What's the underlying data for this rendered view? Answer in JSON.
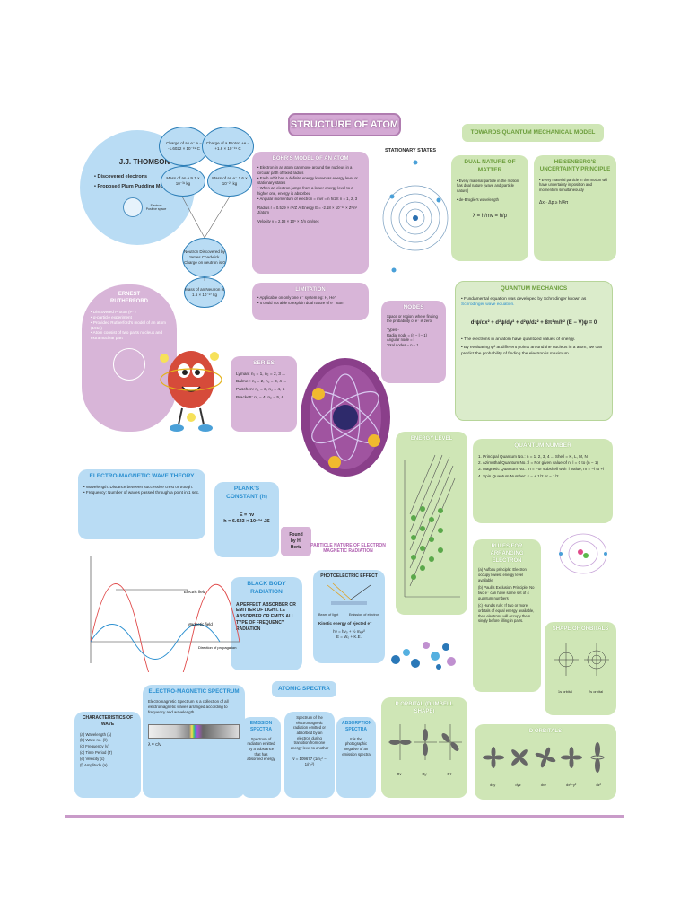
{
  "title": "STRUCTURE OF ATOM",
  "quantum_title": "TOWARDS QUANTUM MECHANICAL MODEL",
  "thomson": {
    "heading": "J.J. THOMSON",
    "points": [
      "Discovered electrons",
      "Proposed Plum Pudding Model"
    ],
    "legend_electron": "Electron",
    "legend_positive": "Positive space"
  },
  "particles": {
    "e_charge": "Charge of an e⁻  e = -1.6022 × 10⁻¹⁹ C",
    "p_charge": "Charge of a Proton  +e = +1.6 × 10⁻¹⁹ C",
    "e_mass": "Mass of an e  9.1 × 10⁻³¹ kg",
    "p_mass": "Mass of an e⁻  1.6 × 10⁻²⁷ kg",
    "neutron": "Neutron  Discovered by James Chadwick. Charge on neutron is 0",
    "n_mass": "Mass of an Neutron is  1.6 × 10⁻²⁷ kg"
  },
  "bohr": {
    "heading": "BOHR'S MODEL OF AN ATOM",
    "points": [
      "Electron in an atom can move around the nucleus in a circular path of fixed radius",
      "Each orbit has a definite energy known as energy level or stationary states",
      "When an electron jumps from a lower energy level to a higher one, energy is absorbed",
      "Angular momentum of electron = mvr = n h/2π  n = 1, 2, 3",
      "Radius r = 0.529 × n²/Z Å   Energy E = -2.18 × 10⁻¹⁸ × Z²/n² J/atom",
      "Velocity v = 2.18 × 10⁶ × Z/n cm/sec"
    ]
  },
  "stationary_states": "STATIONARY STATES",
  "limitation": {
    "heading": "LIMITATION",
    "points": [
      "Applicable on only one e⁻ system eg: H, He⁺",
      "It could not able to explain dual nature of e⁻ atom"
    ]
  },
  "nodes": {
    "heading": "NODES",
    "text": "Space or region, where finding the probability of e⁻ is zero",
    "types": [
      "Radial node = (n − l − 1)",
      "Angular node = l",
      "Total nodes = n − 1"
    ],
    "types_label": "Types:-"
  },
  "dual": {
    "heading": "DUAL NATURE OF MATTER",
    "text": "Every material particle in the motion has dual nature (wave and particle nature)",
    "sub": "de-Broglie's wavelength",
    "formula": "λ = h/mv = h/p"
  },
  "heisenberg": {
    "heading": "HEISENBERG'S UNCERTAINTY PRINCIPLE",
    "text": "Every material particle in the motion will have uncertainty in position and momentum simultaneously",
    "formula": "Δx · Δp ≥ h/4π"
  },
  "qm": {
    "heading": "QUANTUM MECHANICS",
    "intro": "Fundamental equation was developed by Schrodinger known as",
    "link": "Schrodinger wave equation.",
    "equation": "d²ψ/dx² + d²ψ/dy² + d²ψ/dz² + 8π²m/h² (E − V)ψ = 0",
    "points": [
      "The electrons in an atom have quantized values of energy.",
      "By evaluating ψ² at different points around the nucleus in a atom, we can predict the probability of finding the electron is maximum."
    ]
  },
  "ernest": {
    "heading": "ERNEST RUTHERFORD",
    "points": [
      "Discovered Proton (P⁺)",
      "α-particle experiment",
      "Provided Rutherford's model of an atom (1911)",
      "Atom consist of two parts nucleus and extra nuclear part"
    ]
  },
  "series": {
    "heading": "SERIES",
    "items": [
      "Lyman: n₁ = 1, n₂ = 2, 3 ...",
      "Balmer: n₁ = 2, n₂ = 3, 4 ...",
      "Paschen: n₁ = 3, n₂ = 4, 5",
      "Brackett: n₁ = 4, n₂ = 5, 6"
    ]
  },
  "energy_level": "ENERGY LEVEL",
  "quantum_number": {
    "heading": "QUANTUM NUMBER",
    "items": [
      "Principal Quantum No.: n = 1, 2, 3, 4 ...  Shell = K, L, M, N",
      "Azimuthal Quantum No.: l = For given value of n, l = 0 to (n − 1)",
      "Magnetic Quantum No.: m = For subshell with 'l' value, m = −l to +l",
      "Spin Quantum Number: s = + 1/2 or − 1/2"
    ]
  },
  "emwave": {
    "heading": "ELECTRO-MAGNETIC WAVE THEORY",
    "points": [
      "Wavelength: Distance between successive crest or trough.",
      "Frequency: Number of waves passed through a point in 1 sec."
    ]
  },
  "planck": {
    "heading": "PLANK'S CONSTANT (h)",
    "formula1": "E = hν",
    "formula2": "h = 6.623 × 10⁻³⁴ JS"
  },
  "hertz": "Found by H. Hertz",
  "particle_nature": "PARTICLE NATURE OF ELECTRON MAGNETIC RADIATION",
  "photoelectric": {
    "heading": "PHOTOELECTRIC EFFECT",
    "beam": "Beam of light",
    "emission": "Emission of electron",
    "ke_label": "Kinetic energy of ejected e⁻",
    "eq1": "hν = hν₀ + ½ mₑv²",
    "eq2": "E = W₀ + K.E."
  },
  "black_body": {
    "heading": "BLACK BODY RADIATION",
    "text": "A PERFECT ABSORBER OR EMITTER OF LIGHT. I.E ABSORBER OR EMITS ALL TYPE OF FREQUENCY RADIATION"
  },
  "rules": {
    "heading": "RULES FOR ARRANGING ELECTRON",
    "items": [
      "Aufbau principle: Electron occupy lowest energy level available",
      "Pauli's Exclusion Principle: No two e⁻ can have same set of 4 quantum numbers",
      "Hund's rule: If two or more orbitals of equal energy available, then electrons will occupy them singly before filling in pairs."
    ]
  },
  "shape_orbitals": {
    "heading": "SHAPE OF ORBITALS",
    "labels": [
      "1s orbital",
      "2s orbital"
    ]
  },
  "wave_diagram": {
    "electric": "Electric field",
    "magnetic": "Magnetic field",
    "direction": "Direction of propagation"
  },
  "characteristics": {
    "heading": "CHARACTERISTICS OF WAVE",
    "items": [
      "(a) Wavelength (λ)",
      "(b) Wave no. (ṽ)",
      "(c) Frequency (ν)",
      "(d) Time Period (T)",
      "(e) Velocity (c)",
      "(f) Amplitude (a)"
    ]
  },
  "em_spectrum": {
    "heading": "ELECTRO-MAGNETIC SPECTRUM",
    "text": "Electromagnetic Spectrum is a collection of all electromagnetic waves arranged according to frequency and wavelength.",
    "formula": "λ = c/ν"
  },
  "atomic_spectra": {
    "heading": "ATOMIC SPECTRA",
    "emission_heading": "EMISSION SPECTRA",
    "emission_text": "Spectrum of radiation emitted by a substance that has absorbed energy",
    "center_text": "Spectrum of the electromagnetic radiation emitted or absorbed by an electron during transition from one energy level to another",
    "rydberg": "ṽ = 109677 (1/n₁² − 1/n₂²)",
    "absorption_heading": "ABSORPTION SPECTRA",
    "absorption_text": "It is the photographic negative of an emission spectra"
  },
  "p_orbital": {
    "heading": "P ORBITAL (DUMBELL SHAPE)",
    "labels": [
      "Px",
      "Py",
      "Pz"
    ]
  },
  "d_orbitals": {
    "heading": "D ORBITALS",
    "labels": [
      "dxy",
      "dyz",
      "dxz",
      "dx²−y²",
      "dz²"
    ]
  },
  "colors": {
    "pink": "#d8b5d8",
    "blue": "#b9dcf4",
    "green": "#cfe6b6",
    "accent_blue": "#2a8fd0",
    "accent_green": "#6a9c3a"
  }
}
